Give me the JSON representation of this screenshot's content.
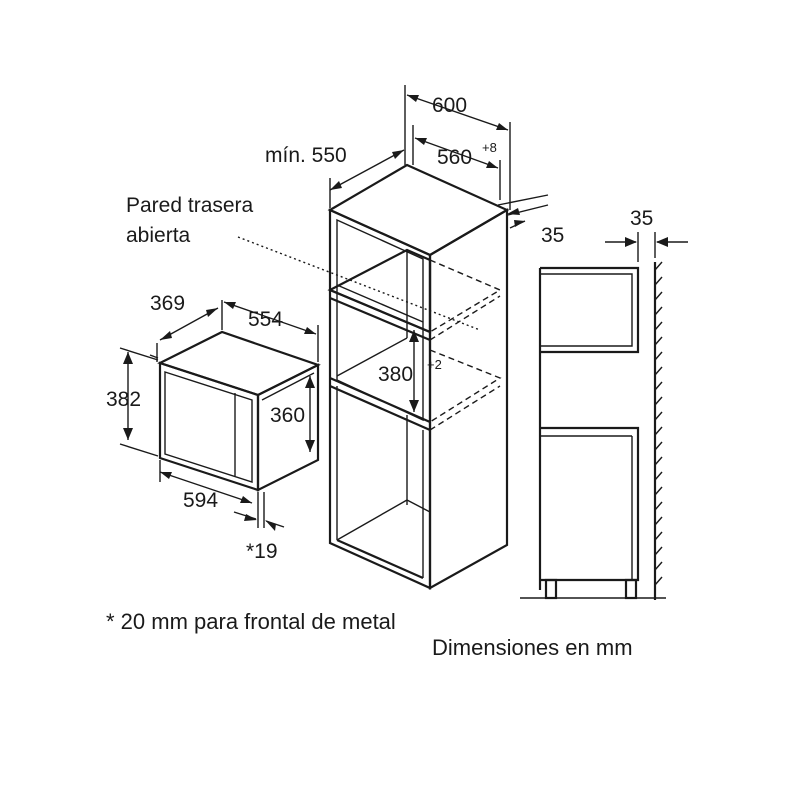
{
  "labels": {
    "width_600": "600",
    "min_550": "mín. 550",
    "width_560": "560",
    "width_560_tol": "+8",
    "rear_wall_line1": "Pared trasera",
    "rear_wall_line2": "abierta",
    "gap_35_right": "35",
    "gap_35_side": "35",
    "depth_369": "369",
    "width_554": "554",
    "height_382": "382",
    "height_360": "360",
    "width_594": "594",
    "front_19": "*19",
    "niche_380": "380",
    "niche_380_tol": "+2"
  },
  "notes": {
    "metal_front": "* 20 mm para frontal de metal",
    "units": "Dimensiones en mm"
  }
}
